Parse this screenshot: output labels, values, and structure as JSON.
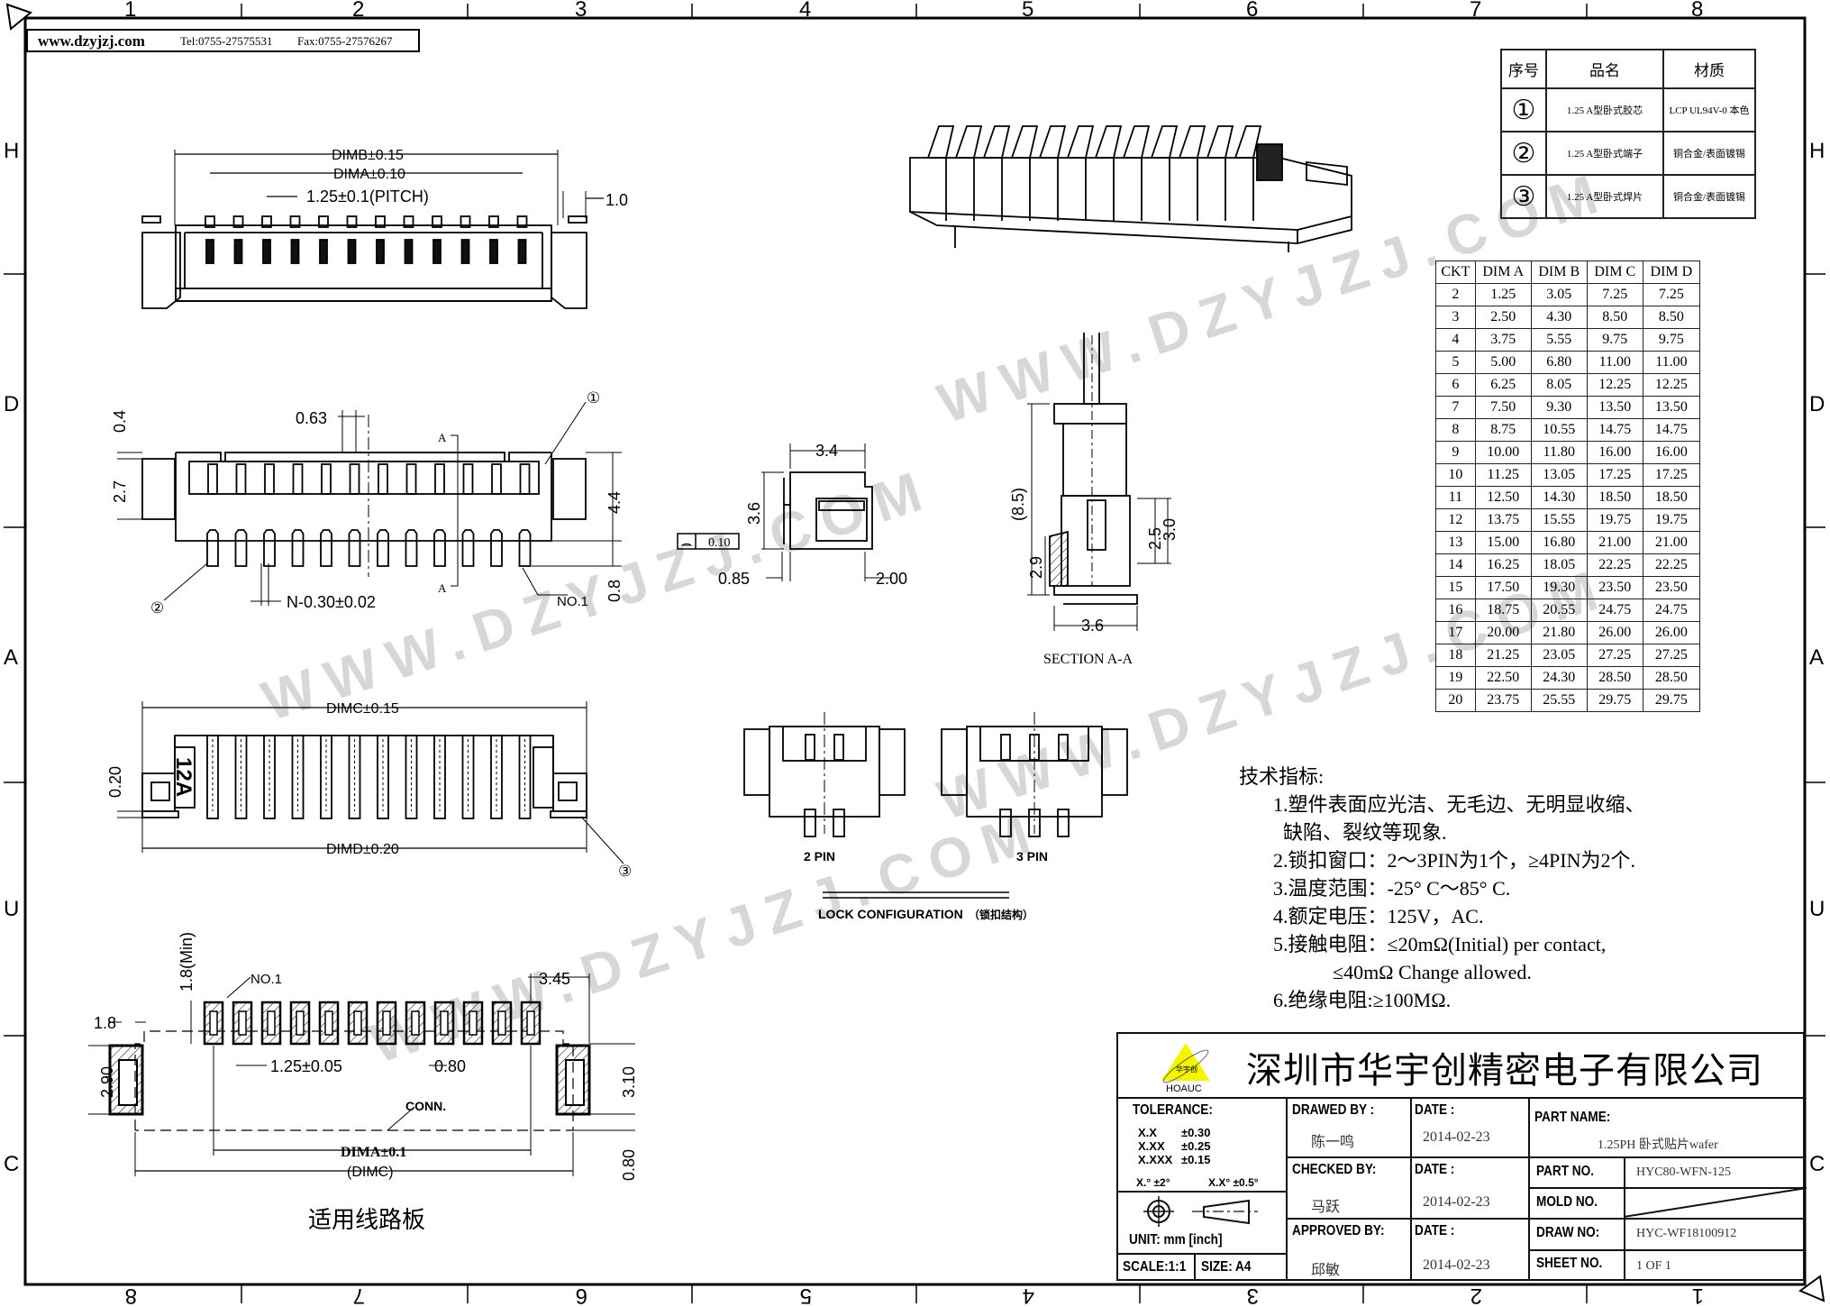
{
  "header": {
    "website": "www.dzyjzj.com",
    "tel": "Tel:0755-27575531",
    "fax": "Fax:0755-27576267"
  },
  "frame": {
    "columns_top": [
      "1",
      "2",
      "3",
      "4",
      "5",
      "6",
      "7",
      "8"
    ],
    "columns_bottom": [
      "8",
      "7",
      "6",
      "5",
      "4",
      "3",
      "2",
      "1"
    ],
    "rows": [
      "H",
      "D",
      "A",
      "U",
      "C"
    ]
  },
  "watermark": "WWW.DZYJZJ.COM",
  "top_view": {
    "dim_b": "DIMB±0.15",
    "dim_a": "DIMA±0.10",
    "pitch": "1.25±0.1(PITCH)",
    "ear": "1.0"
  },
  "front_view": {
    "d063": "0.63",
    "d04": "0.4",
    "d27": "2.7",
    "d44": "4.4",
    "d08": "0.8",
    "pin_width": "N-0.30±0.02",
    "no1": "NO.1",
    "section_a": "A",
    "callout_1": "①",
    "callout_2": "②"
  },
  "rear_view": {
    "dim_c": "DIMC±0.15",
    "dim_d": "DIMD±0.20",
    "d020": "0.20",
    "marking": "12A",
    "callout_3": "③"
  },
  "side_view": {
    "d34": "3.4",
    "d36": "3.6",
    "flatness": "0.10",
    "d085": "0.85",
    "d200": "2.00"
  },
  "section_view": {
    "d85": "(8.5)",
    "d29": "2.9",
    "d25": "2.5",
    "d30": "3.0",
    "d36": "3.6",
    "title": "SECTION A-A"
  },
  "lock_config": {
    "pin2": "2 PIN",
    "pin3": "3 PIN",
    "title": "LOCK CONFIGURATION",
    "title_cn": "（锁扣结构）"
  },
  "pcb_layout": {
    "d18min": "1.8(Min)",
    "no1": "NO.1",
    "d345": "3.45",
    "d18": "1.8",
    "d290": "2.90",
    "pitch": "1.25±0.05",
    "pad_w": "0.80",
    "d310": "3.10",
    "d080": "0.80",
    "conn": "CONN.",
    "dim_a": "DIMA±0.1",
    "dim_c": "(DIMC)",
    "title": "适用线路板"
  },
  "bom": {
    "headers": [
      "序号",
      "品名",
      "材质"
    ],
    "rows": [
      {
        "no": "①",
        "name": "1.25 A型卧式胶芯",
        "material": "LCP UL94V-0 本色"
      },
      {
        "no": "②",
        "name": "1.25 A型卧式端子",
        "material": "铜合金/表面镀锡"
      },
      {
        "no": "③",
        "name": "1.25 A型卧式焊片",
        "material": "铜合金/表面镀锡"
      }
    ]
  },
  "dim_table": {
    "headers": [
      "CKT",
      "DIM A",
      "DIM B",
      "DIM C",
      "DIM D"
    ],
    "rows": [
      [
        "2",
        "1.25",
        "3.05",
        "7.25",
        "7.25"
      ],
      [
        "3",
        "2.50",
        "4.30",
        "8.50",
        "8.50"
      ],
      [
        "4",
        "3.75",
        "5.55",
        "9.75",
        "9.75"
      ],
      [
        "5",
        "5.00",
        "6.80",
        "11.00",
        "11.00"
      ],
      [
        "6",
        "6.25",
        "8.05",
        "12.25",
        "12.25"
      ],
      [
        "7",
        "7.50",
        "9.30",
        "13.50",
        "13.50"
      ],
      [
        "8",
        "8.75",
        "10.55",
        "14.75",
        "14.75"
      ],
      [
        "9",
        "10.00",
        "11.80",
        "16.00",
        "16.00"
      ],
      [
        "10",
        "11.25",
        "13.05",
        "17.25",
        "17.25"
      ],
      [
        "11",
        "12.50",
        "14.30",
        "18.50",
        "18.50"
      ],
      [
        "12",
        "13.75",
        "15.55",
        "19.75",
        "19.75"
      ],
      [
        "13",
        "15.00",
        "16.80",
        "21.00",
        "21.00"
      ],
      [
        "14",
        "16.25",
        "18.05",
        "22.25",
        "22.25"
      ],
      [
        "15",
        "17.50",
        "19.30",
        "23.50",
        "23.50"
      ],
      [
        "16",
        "18.75",
        "20.55",
        "24.75",
        "24.75"
      ],
      [
        "17",
        "20.00",
        "21.80",
        "26.00",
        "26.00"
      ],
      [
        "18",
        "21.25",
        "23.05",
        "27.25",
        "27.25"
      ],
      [
        "19",
        "22.50",
        "24.30",
        "28.50",
        "28.50"
      ],
      [
        "20",
        "23.75",
        "25.55",
        "29.75",
        "29.75"
      ]
    ]
  },
  "notes": {
    "title": "技术指标:",
    "items": [
      "1.塑件表面应光洁、无毛边、无明显收缩、",
      "  缺陷、裂纹等现象.",
      "2.锁扣窗口：2～3PIN为1个，≥4PIN为2个.",
      "3.温度范围：-25° C～85° C.",
      "4.额定电压：125V，AC.",
      "5.接触电阻：≤20mΩ(Initial) per contact,",
      "            ≤40mΩ Change allowed.",
      "6.绝缘电阻:≥100MΩ."
    ]
  },
  "title_block": {
    "logo_cn": "华宇创",
    "logo_en": "HOAUC",
    "logo_color": "#f5f500",
    "company": "深圳市华宇创精密电子有限公司",
    "tolerance_label": "TOLERANCE:",
    "tolerances": [
      {
        "k": "X.X",
        "v": "±0.30"
      },
      {
        "k": "X.XX",
        "v": "±0.25"
      },
      {
        "k": "X.XXX",
        "v": "±0.15"
      }
    ],
    "angle_1": "X.° ±2°",
    "angle_2": "X.X° ±0.5°",
    "unit": "UNIT:  mm  [inch]",
    "scale": "SCALE:1:1",
    "size": "SIZE:  A4",
    "drawed_by_label": "DRAWED  BY :",
    "drawed_by": "陈一鸣",
    "checked_by_label": "CHECKED  BY:",
    "checked_by": "马跃",
    "approved_by_label": "APPROVED  BY:",
    "approved_by": "邱敏",
    "date_label": "DATE  :",
    "date_drawn": "2014-02-23",
    "date_checked": "2014-02-23",
    "date_approved": "2014-02-23",
    "part_name_label": "PART  NAME:",
    "part_name": "1.25PH 卧式贴片wafer",
    "part_no_label": "PART  NO.",
    "part_no": "HYC80-WFN-125",
    "mold_no_label": "MOLD  NO.",
    "draw_no_label": "DRAW  NO:",
    "draw_no": "HYC-WF18100912",
    "sheet_no_label": "SHEET  NO.",
    "sheet_no": "1  OF  1"
  }
}
